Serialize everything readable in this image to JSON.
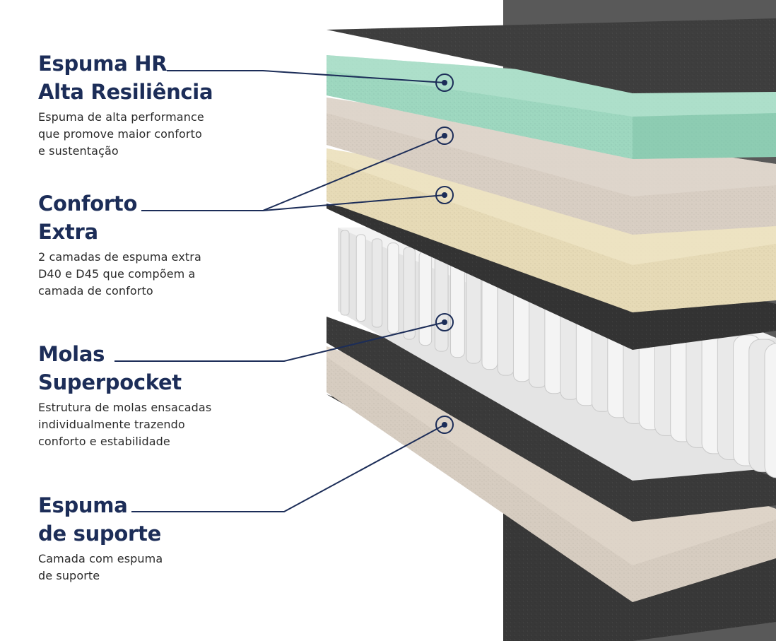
{
  "colors": {
    "title": "#1c2d58",
    "description": "#2b2b2b",
    "leader": "#1c2d58",
    "backdrop": "#595959",
    "layer_dark": "#3b3b3b",
    "layer_green": "#9bd6bf",
    "layer_beige": "#d6ccbf",
    "layer_cream": "#e8dcb8",
    "springs": "#eeeeee"
  },
  "labels": [
    {
      "title_lines": [
        "Espuma HR",
        "Alta Resiliência"
      ],
      "desc_lines": [
        "Espuma de alta performance",
        "que promove maior conforto",
        "e sustentação"
      ]
    },
    {
      "title_lines": [
        "Conforto",
        "Extra"
      ],
      "desc_lines": [
        "2 camadas de espuma extra",
        "D40 e D45 que compõem a",
        "camada de conforto"
      ]
    },
    {
      "title_lines": [
        "Molas",
        "Superpocket"
      ],
      "desc_lines": [
        "Estrutura de molas ensacadas",
        "individualmente trazendo",
        "conforto e estabilidade"
      ]
    },
    {
      "title_lines": [
        "Espuma",
        "de suporte"
      ],
      "desc_lines": [
        "Camada com espuma",
        "de suporte"
      ]
    }
  ],
  "layers": [
    {
      "name": "bottom-fabric",
      "material": "fabric"
    },
    {
      "name": "support-foam",
      "material": "foam-beige"
    },
    {
      "name": "fabric-below-springs",
      "material": "fabric"
    },
    {
      "name": "pocket-springs",
      "material": "springs"
    },
    {
      "name": "fabric-above-springs",
      "material": "fabric"
    },
    {
      "name": "comfort-foam-d45",
      "material": "foam-cream"
    },
    {
      "name": "comfort-foam-d40",
      "material": "foam-beige"
    },
    {
      "name": "hr-foam",
      "material": "foam-green"
    },
    {
      "name": "top-fabric",
      "material": "fabric"
    }
  ]
}
